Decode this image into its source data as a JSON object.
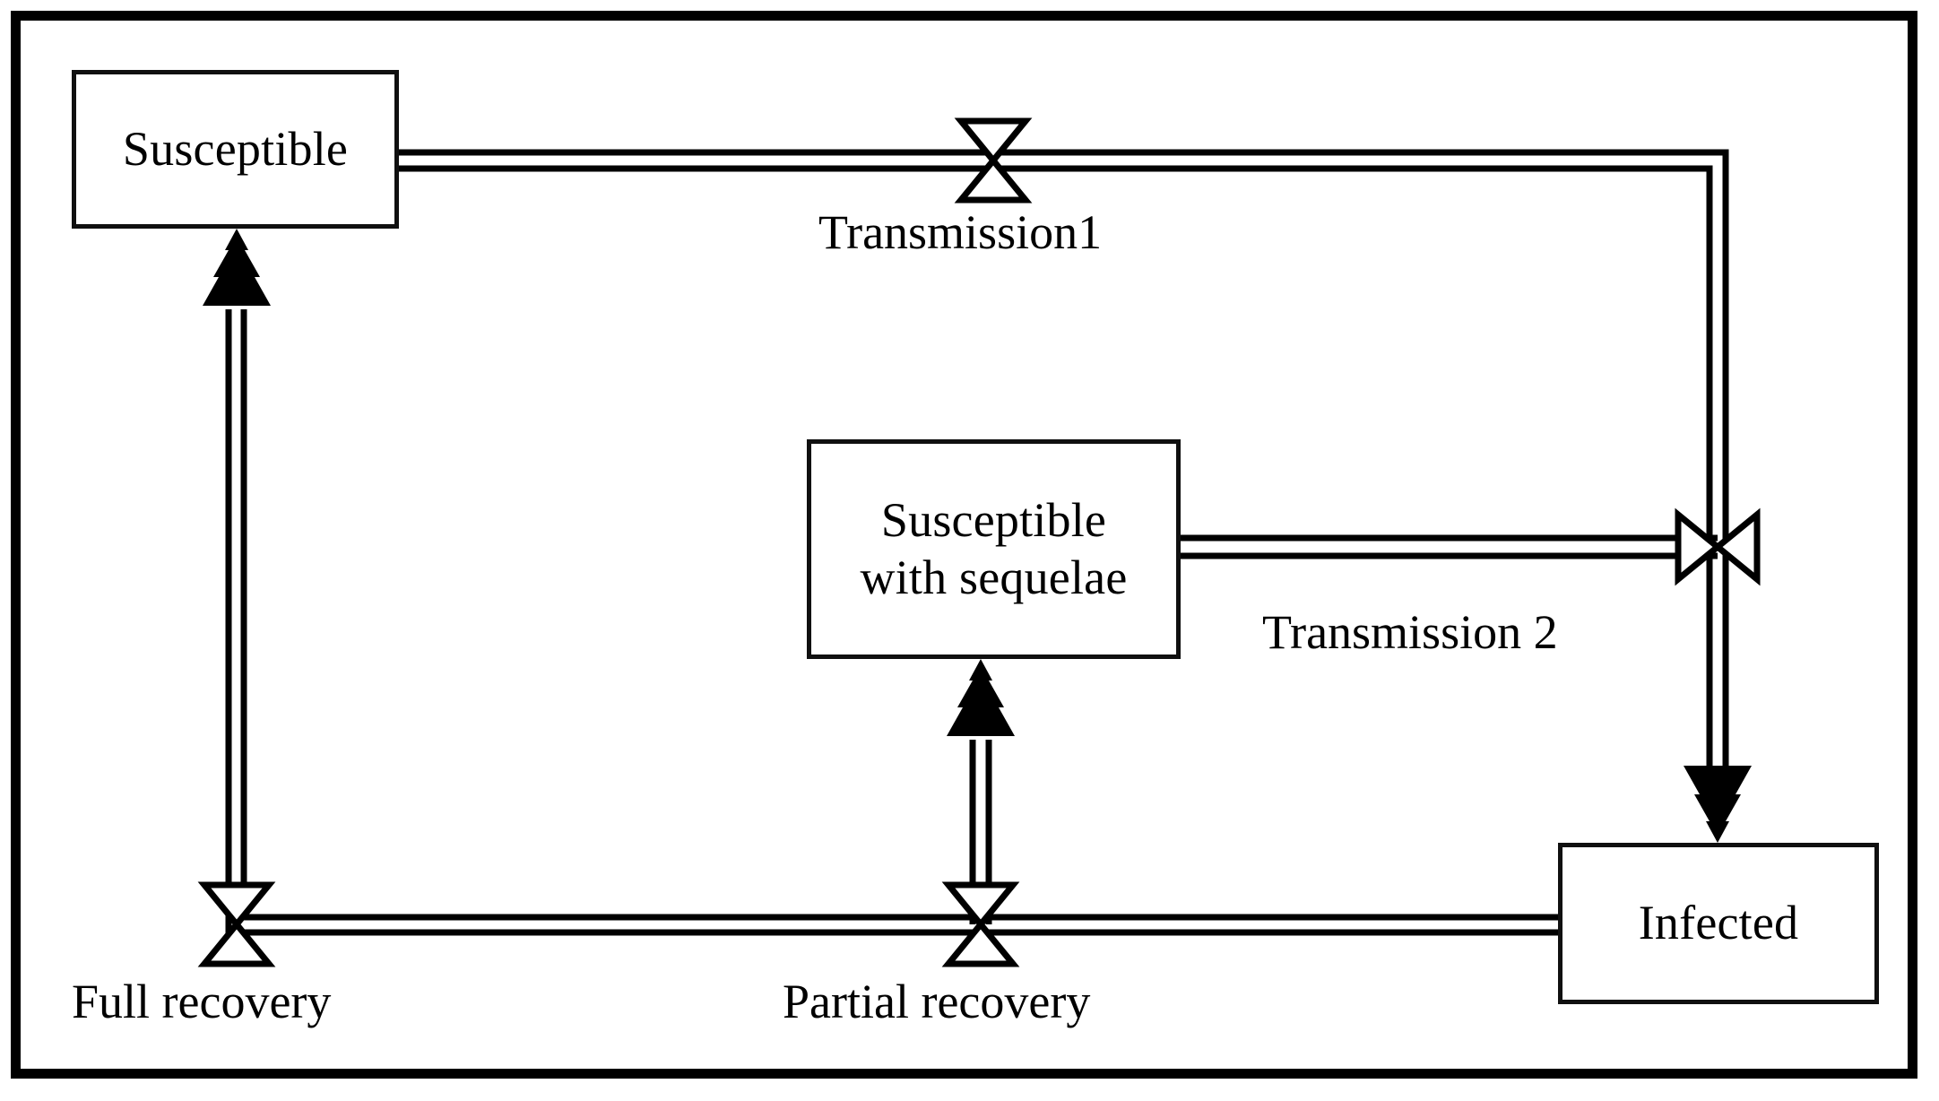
{
  "diagram": {
    "title": "Susceptible-Infected stock and flow model",
    "type": "stock-and-flow",
    "background_color": "#ffffff",
    "line_color": "#000000",
    "border_color": "#000000",
    "stocks": [
      {
        "id": "susceptible",
        "label": "Susceptible"
      },
      {
        "id": "susceptible-with-sequelae",
        "label_line1": "Susceptible",
        "label_line2": "with sequelae"
      },
      {
        "id": "infected",
        "label": "Infected"
      }
    ],
    "flows": [
      {
        "id": "transmission-1",
        "label": "Transmission1"
      },
      {
        "id": "transmission-2",
        "label": "Transmission 2"
      },
      {
        "id": "full-recovery",
        "label": "Full recovery"
      },
      {
        "id": "partial-recovery",
        "label": "Partial recovery"
      }
    ]
  }
}
